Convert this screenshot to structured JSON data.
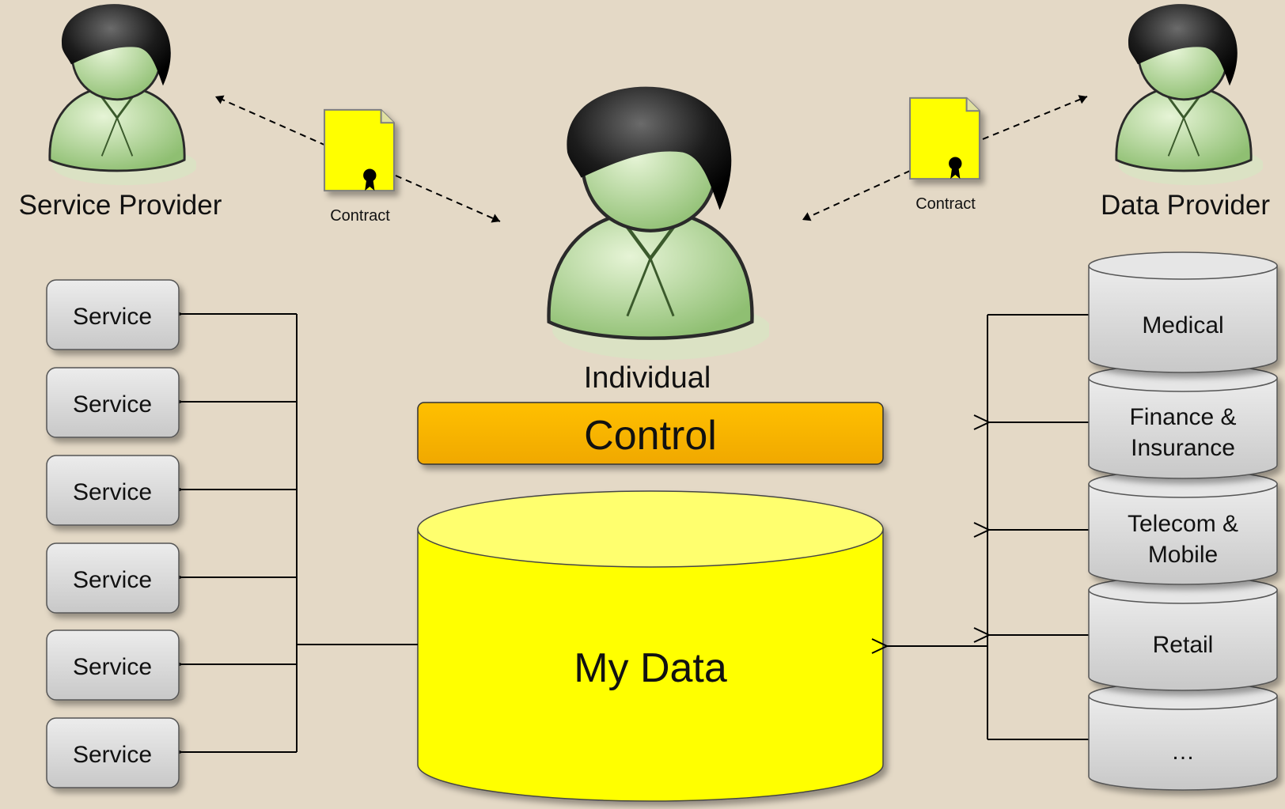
{
  "actors": {
    "service_provider": "Service Provider",
    "individual": "Individual",
    "data_provider": "Data Provider"
  },
  "contracts": [
    "Contract",
    "Contract"
  ],
  "control": "Control",
  "my_data": "My Data",
  "services": [
    "Service",
    "Service",
    "Service",
    "Service",
    "Service",
    "Service"
  ],
  "sources": [
    [
      "Medical"
    ],
    [
      "Finance &",
      "Insurance"
    ],
    [
      "Telecom &",
      "Mobile"
    ],
    [
      "Retail"
    ],
    [
      "…"
    ]
  ],
  "colors": {
    "background": "#e4d9c6",
    "control_fill": "#ffc000",
    "data_fill": "#ffff00",
    "contract_fill": "#ffff00",
    "service_fill": "#d9d9d9",
    "person_body": "#b6d99a",
    "hair": "#1a1a1a"
  },
  "icons": {
    "person": "person-icon",
    "contract": "certificate-document-icon"
  }
}
